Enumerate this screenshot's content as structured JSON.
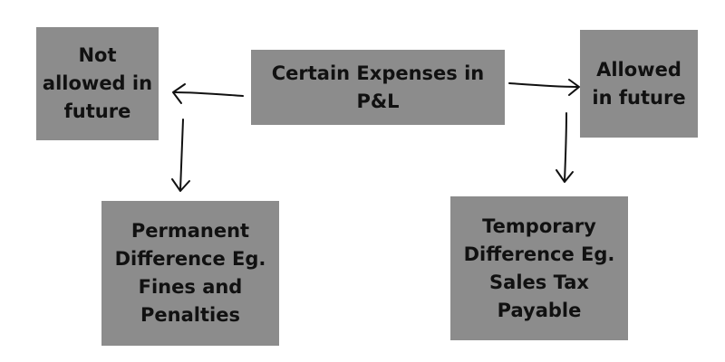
{
  "nodes": {
    "center": "Certain Expenses in P&L",
    "not_allowed": "Not allowed in future",
    "allowed": "Allowed in future",
    "permanent": "Permanent Difference Eg. Fines and Penalties",
    "temporary": "Temporary Difference Eg. Sales Tax Payable"
  },
  "colors": {
    "box": "#8c8c8c",
    "arrow": "#111111"
  }
}
